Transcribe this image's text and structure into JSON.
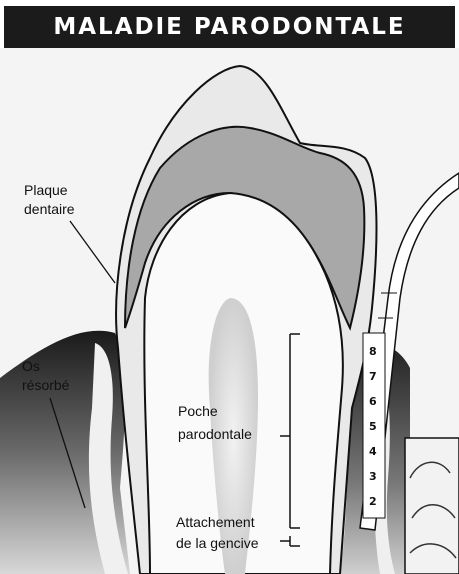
{
  "title": "MALADIE PARODONTALE",
  "labels": {
    "plaque_line1": "Plaque",
    "plaque_line2": "dentaire",
    "os_line1": "Os",
    "os_line2": "résorbé",
    "poche_line1": "Poche",
    "poche_line2": "parodontale",
    "attache_line1": "Attachement",
    "attache_line2": "de la gencive"
  },
  "probe_marks": [
    "8",
    "7",
    "6",
    "5",
    "4",
    "3",
    "2"
  ]
}
